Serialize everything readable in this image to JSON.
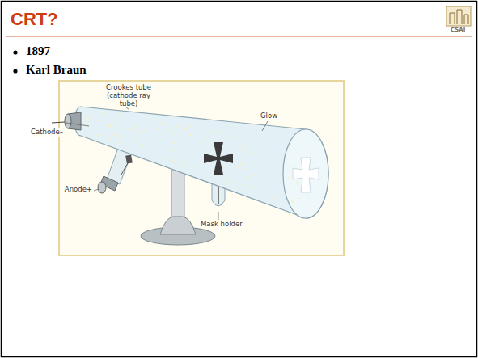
{
  "diagram": {
    "title": "CRT?",
    "labels": [
      "1897",
      "Karl Braun",
      "Crookes tube (cathode ray tube)",
      "Glow",
      "Cathode–",
      "Anode+",
      "Mask holder",
      "CSAI"
    ]
  }
}
